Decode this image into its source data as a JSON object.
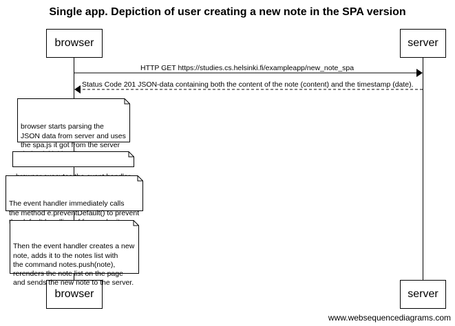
{
  "diagram": {
    "title": "Single app. Depiction of user creating a new note in the SPA version",
    "participants": {
      "browser": "browser",
      "server": "server"
    },
    "messages": [
      {
        "from": "browser",
        "to": "server",
        "style": "solid",
        "label": "HTTP GET https://studies.cs.helsinki.fi/exampleapp/new_note_spa"
      },
      {
        "from": "server",
        "to": "browser",
        "style": "dashed",
        "label": "Status Code 201 JSON-data containing both the content of the note (content) and the timestamp (date)."
      }
    ],
    "notes": [
      {
        "over": "browser",
        "text": "browser starts parsing the\nJSON data from server and uses\nthe spa.js it got from the server\nduring initial loading"
      },
      {
        "over": "browser",
        "text": "browser executes the event handler"
      },
      {
        "over": "browser",
        "text": "The event handler immediately calls\nthe method e.preventDefault() to prevent\nthe default handling of form submit."
      },
      {
        "over": "browser",
        "text": "Then the event handler creates a new\nnote, adds it to the notes list with\nthe command notes.push(note),\nrerenders the note list on the page\nand sends the new note to the server."
      }
    ],
    "footer": "www.websequencediagrams.com"
  }
}
